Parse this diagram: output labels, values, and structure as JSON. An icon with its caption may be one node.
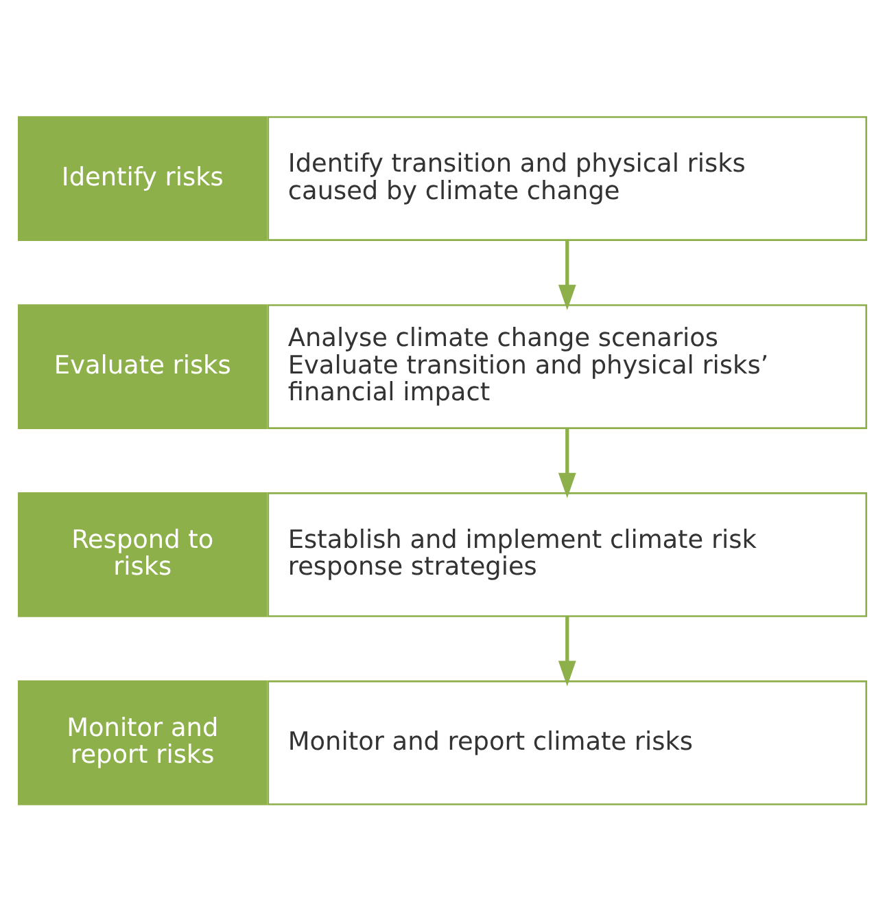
{
  "diagram": {
    "nodes": [
      {
        "text": [
          "Identify risks"
        ]
      },
      {
        "text": [
          "Identify transition and physical risks caused by climate change"
        ]
      },
      {
        "text": [
          "Evaluate risks"
        ]
      },
      {
        "text": [
          "Analyse climate change scenarios",
          "Evaluate transition and physical risks’ financial impact"
        ]
      },
      {
        "text": [
          "Respond to risks"
        ]
      },
      {
        "text": [
          "Establish and implement climate risk response strategies"
        ]
      },
      {
        "text": [
          "Monitor and report risks"
        ]
      },
      {
        "text": [
          "Monitor and report climate risks"
        ]
      }
    ],
    "edges": [
      {
        "from": 1,
        "to": 3,
        "arrow": "to"
      },
      {
        "from": 3,
        "to": 5,
        "arrow": "to"
      },
      {
        "from": 5,
        "to": 7,
        "arrow": "to"
      }
    ]
  }
}
